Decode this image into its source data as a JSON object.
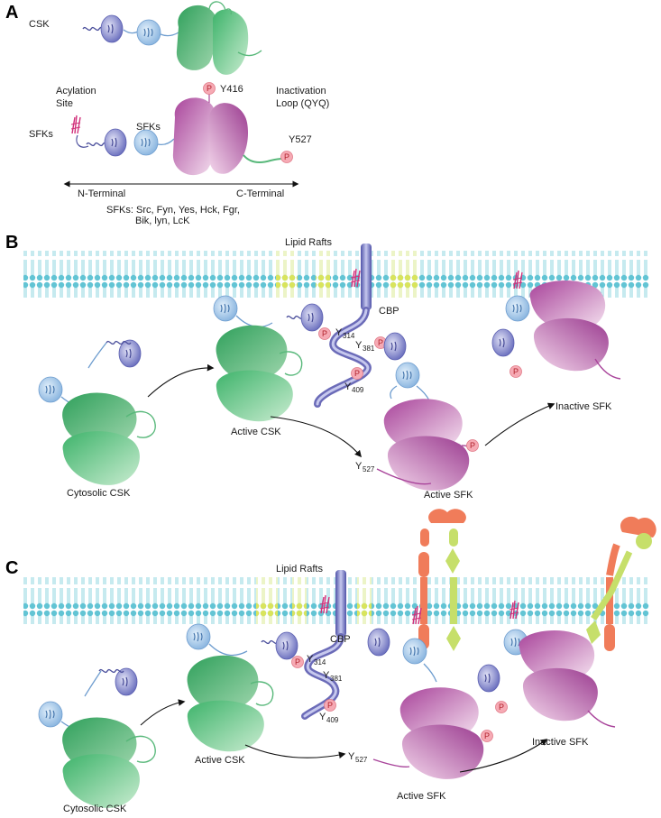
{
  "panel_a": {
    "letter": "A",
    "csk_label": "CSK",
    "acylation": [
      "Acylation",
      "Site"
    ],
    "sfks_label": "SFKs",
    "sfks_domain_label": "SFKs",
    "inactivation": [
      "Inactivation",
      "Loop (QYQ)"
    ],
    "y416": "Y416",
    "y527": "Y527",
    "p": "P",
    "n_terminal": "N-Terminal",
    "c_terminal": "C-Terminal",
    "sfk_list": [
      "SFKs: Src, Fyn, Yes, Hck, Fgr,",
      "Bik, lyn, LcK"
    ]
  },
  "panel_b": {
    "letter": "B",
    "lipid_rafts": "Lipid Rafts",
    "cbp": "CBP",
    "y": "Y",
    "y314": "314",
    "y381": "381",
    "y409": "409",
    "y527": "527",
    "active_csk": "Active CSK",
    "cytosolic_csk": "Cytosolic CSK",
    "active_sfk": "Active SFK",
    "inactive_sfk": "Inactive SFK",
    "p": "P"
  },
  "panel_c": {
    "letter": "C",
    "lipid_rafts": "Lipid Rafts",
    "cbp": "CBP",
    "y": "Y",
    "y314": "314",
    "y381": "381",
    "y409": "409",
    "y527": "527",
    "active_csk": "Active CSK",
    "cytosolic_csk": "Cytosolic CSK",
    "active_sfk": "Active SFK",
    "inactive_sfk": "Inactive SFK",
    "p": "P"
  },
  "colors": {
    "csk_green": "#6cc08a",
    "csk_green_light": "#b9e3c2",
    "sfk_magenta": "#b0579e",
    "sfk_pink_light": "#f2d3ea",
    "sh3_blue": "#8eb7e0",
    "sh2_purple": "#6a6fc0",
    "phospho_pink": "#f4a7b0",
    "membrane_cyan": "#6cc6d6",
    "membrane_yellow": "#dfe86a",
    "cbp_purple": "#6b6bb8",
    "receptor_orange": "#f07c5a",
    "receptor_lime": "#c6df6a"
  }
}
